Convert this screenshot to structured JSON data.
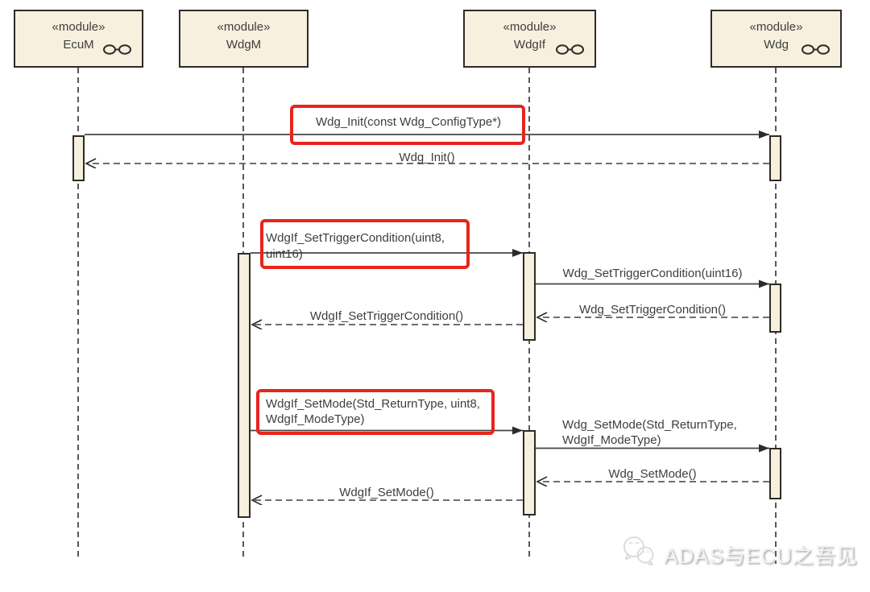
{
  "modules": [
    {
      "stereotype": "«module»",
      "name": "EcuM",
      "has_interface_icon": true
    },
    {
      "stereotype": "«module»",
      "name": "WdgM",
      "has_interface_icon": false
    },
    {
      "stereotype": "«module»",
      "name": "WdgIf",
      "has_interface_icon": true
    },
    {
      "stereotype": "«module»",
      "name": "Wdg",
      "has_interface_icon": true
    }
  ],
  "messages": [
    {
      "type": "call",
      "from": "EcuM",
      "to": "Wdg",
      "highlighted": true,
      "lines": [
        "Wdg_Init(const Wdg_ConfigType*)"
      ]
    },
    {
      "type": "return",
      "from": "Wdg",
      "to": "EcuM",
      "highlighted": false,
      "lines": [
        "Wdg_Init()"
      ]
    },
    {
      "type": "call",
      "from": "WdgM",
      "to": "WdgIf",
      "highlighted": true,
      "lines": [
        "WdgIf_SetTriggerCondition(uint8,",
        "uint16)"
      ]
    },
    {
      "type": "call",
      "from": "WdgIf",
      "to": "Wdg",
      "highlighted": false,
      "lines": [
        "Wdg_SetTriggerCondition(uint16)"
      ]
    },
    {
      "type": "return",
      "from": "Wdg",
      "to": "WdgIf",
      "highlighted": false,
      "lines": [
        "Wdg_SetTriggerCondition()"
      ]
    },
    {
      "type": "return",
      "from": "WdgIf",
      "to": "WdgM",
      "highlighted": false,
      "lines": [
        "WdgIf_SetTriggerCondition()"
      ]
    },
    {
      "type": "call",
      "from": "WdgM",
      "to": "WdgIf",
      "highlighted": true,
      "lines": [
        "WdgIf_SetMode(Std_ReturnType, uint8,",
        "WdgIf_ModeType)"
      ]
    },
    {
      "type": "call",
      "from": "WdgIf",
      "to": "Wdg",
      "highlighted": false,
      "lines": [
        "Wdg_SetMode(Std_ReturnType,",
        "WdgIf_ModeType)"
      ]
    },
    {
      "type": "return",
      "from": "Wdg",
      "to": "WdgIf",
      "highlighted": false,
      "lines": [
        "Wdg_SetMode()"
      ]
    },
    {
      "type": "return",
      "from": "WdgIf",
      "to": "WdgM",
      "highlighted": false,
      "lines": [
        "WdgIf_SetMode()"
      ]
    }
  ],
  "watermark": {
    "text": "ADAS与ECU之吾见"
  },
  "colors": {
    "box_fill": "#F8F0DF",
    "box_border": "#2E2B27",
    "line": "#444444",
    "text": "#3D3D3D",
    "highlight_red": "#E8241D",
    "watermark_gray": "#E0E0E0"
  }
}
